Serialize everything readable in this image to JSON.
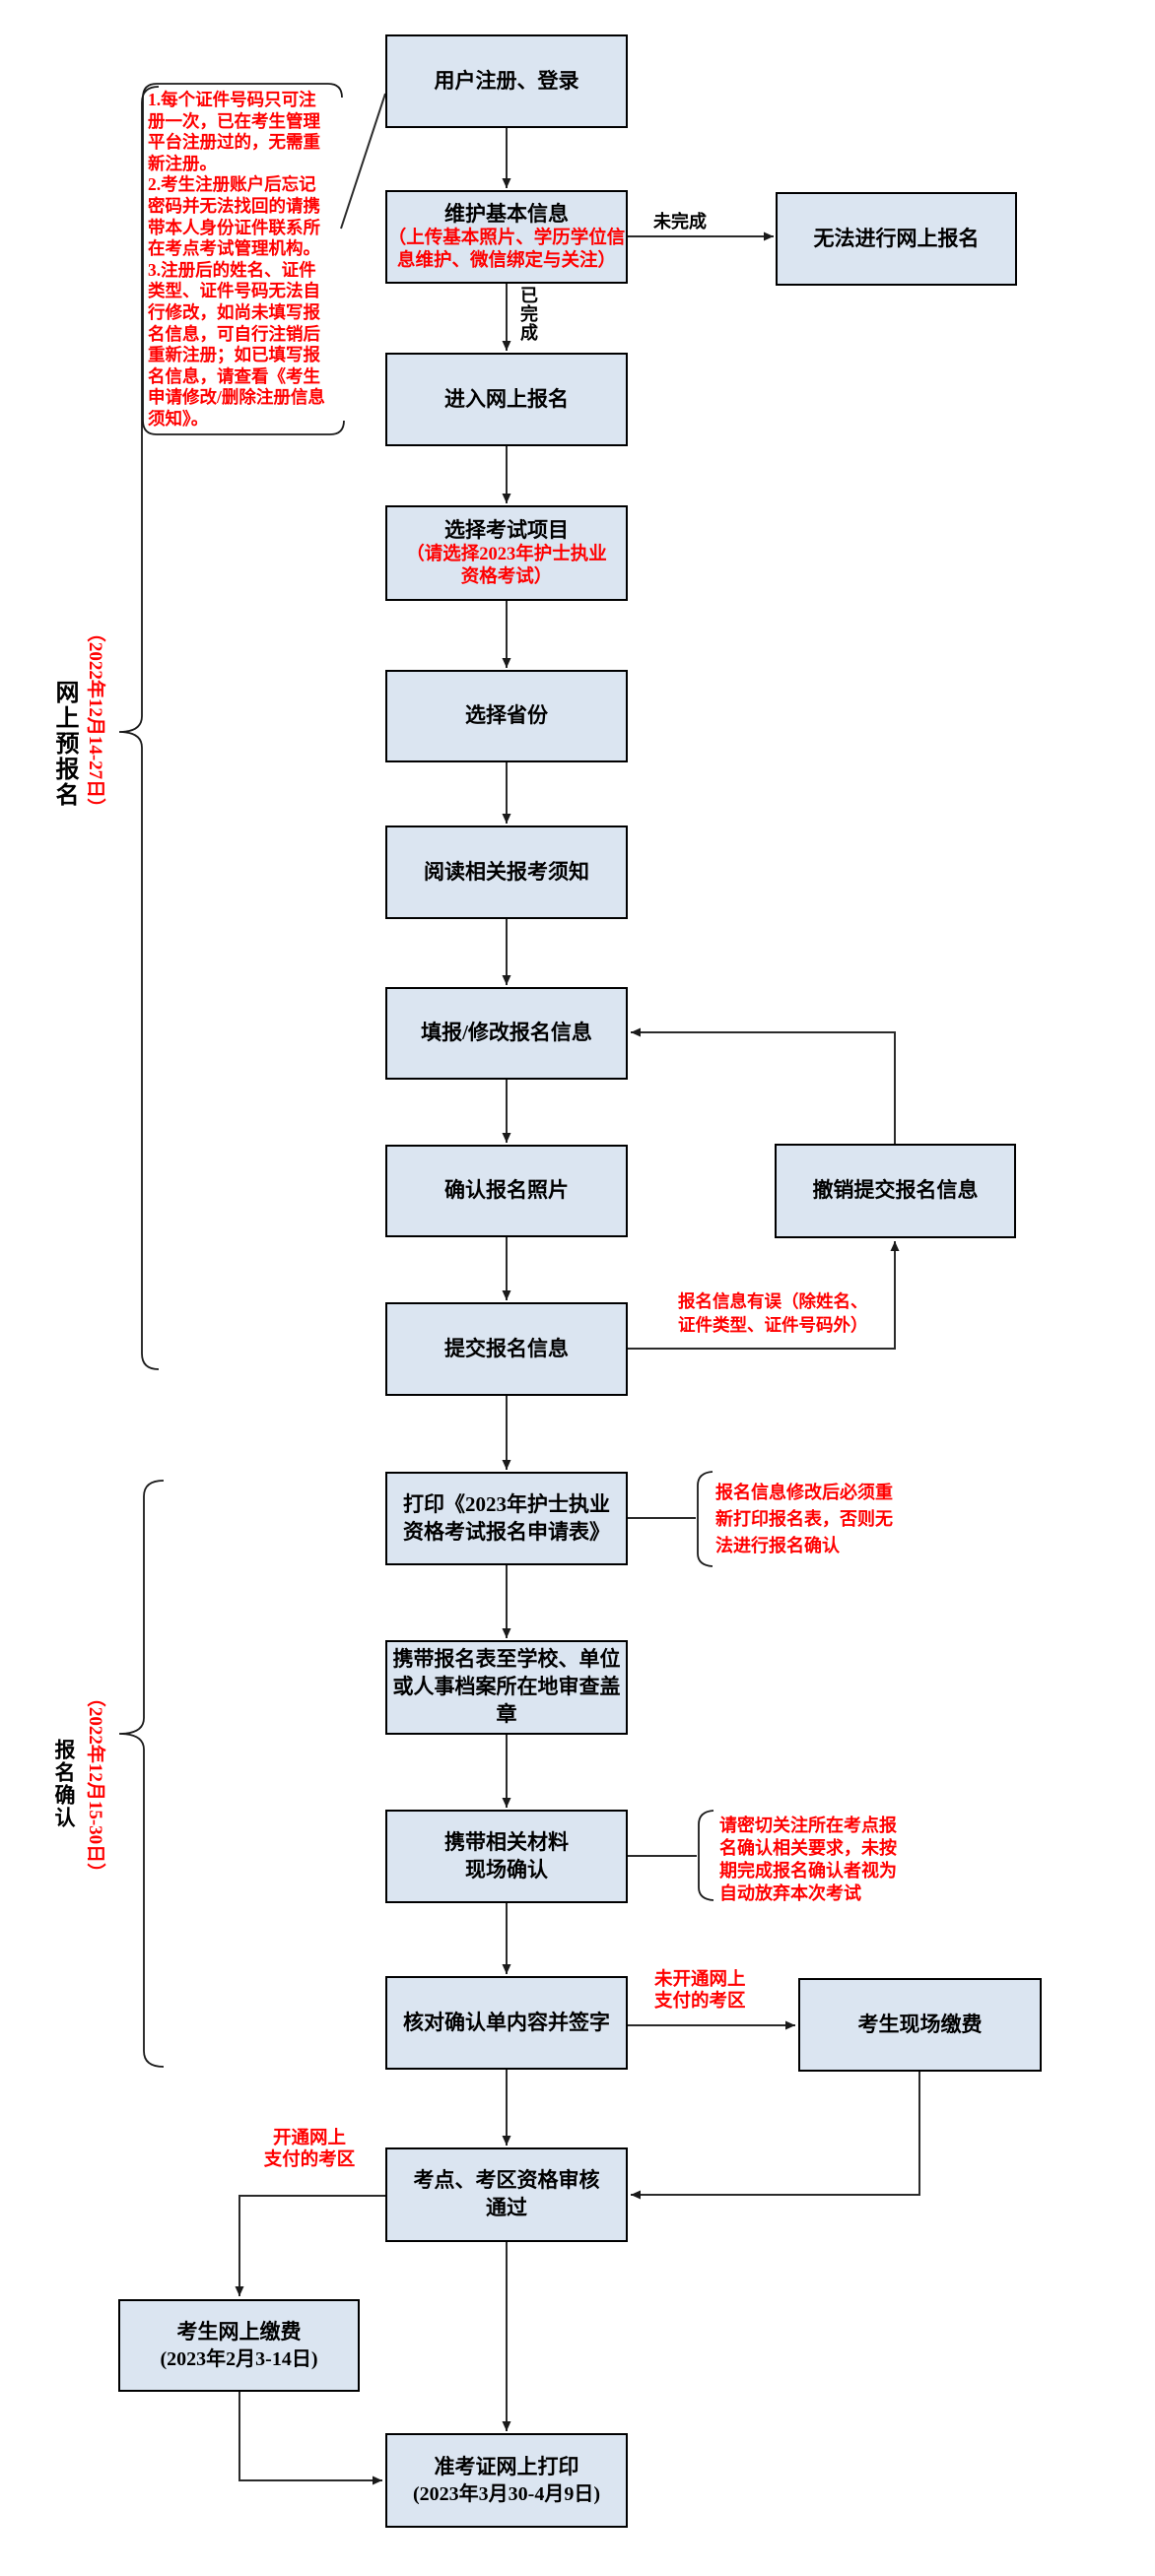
{
  "colors": {
    "box_fill": "#dbe5f1",
    "box_border": "#000000",
    "accent_red": "#ff0000",
    "line": "#262626",
    "background": "#ffffff"
  },
  "sections": {
    "pre_registration": {
      "label": "网上预报名",
      "date": "（2022年12月14-27日）"
    },
    "confirmation": {
      "label": "报名确认",
      "date": "（2022年12月15-30日）"
    }
  },
  "boxes": {
    "register": {
      "title": "用户注册、登录"
    },
    "maintain_info": {
      "title": "维护基本信息",
      "note": "（上传基本照片、学历学位信\n息维护、微信绑定与关注）"
    },
    "enter_online": {
      "title": "进入网上报名"
    },
    "select_exam": {
      "title": "选择考试项目",
      "note": "（请选择2023年护士执业\n资格考试）"
    },
    "select_province": {
      "title": "选择省份"
    },
    "read_notice": {
      "title": "阅读相关报考须知"
    },
    "fill_info": {
      "title": "填报/修改报名信息"
    },
    "confirm_photo": {
      "title": "确认报名照片"
    },
    "submit_info": {
      "title": "提交报名信息"
    },
    "print_form": {
      "title": "打印《2023年护士执业\n资格考试报名申请表》"
    },
    "stamp_form": {
      "title": "携带报名表至学校、单位\n或人事档案所在地审查盖\n章"
    },
    "onsite_confirm": {
      "title": "携带相关材料\n现场确认"
    },
    "check_sign": {
      "title": "核对确认单内容并签字"
    },
    "qualification_review": {
      "title": "考点、考区资格审核\n通过"
    },
    "online_pay": {
      "title": "考生网上缴费",
      "date": "(2023年2月3-14日)"
    },
    "admission_print": {
      "title": "准考证网上打印",
      "date": "(2023年3月30-4月9日)"
    },
    "cannot_register": {
      "title": "无法进行网上报名"
    },
    "withdraw_submission": {
      "title": "撤销提交报名信息"
    },
    "onsite_pay": {
      "title": "考生现场缴费"
    }
  },
  "edge_labels": {
    "not_completed": "未完成",
    "completed": "已完成",
    "info_error": "报名信息有误（除姓名、\n证件类型、证件号码外）",
    "no_online_payment_area": "未开通网上\n支付的考区",
    "online_payment_area": "开通网上\n支付的考区"
  },
  "notes": {
    "registration_note": "1.每个证件号码只可注\n册一次，已在考生管理\n平台注册过的，无需重\n新注册。\n2.考生注册账户后忘记\n密码并无法找回的请携\n带本人身份证件联系所\n在考点考试管理机构。\n3.注册后的姓名、证件\n类型、证件号码无法自\n行修改，如尚未填写报\n名信息，可自行注销后\n重新注册；如已填写报\n名信息，请查看《考生\n申请修改/删除注册信息\n须知》。",
    "reprint_note": "报名信息修改后必须重\n新打印报名表，否则无\n法进行报名确认",
    "onsite_confirm_note": "请密切关注所在考点报\n名确认相关要求，未按\n期完成报名确认者视为\n自动放弃本次考试"
  }
}
